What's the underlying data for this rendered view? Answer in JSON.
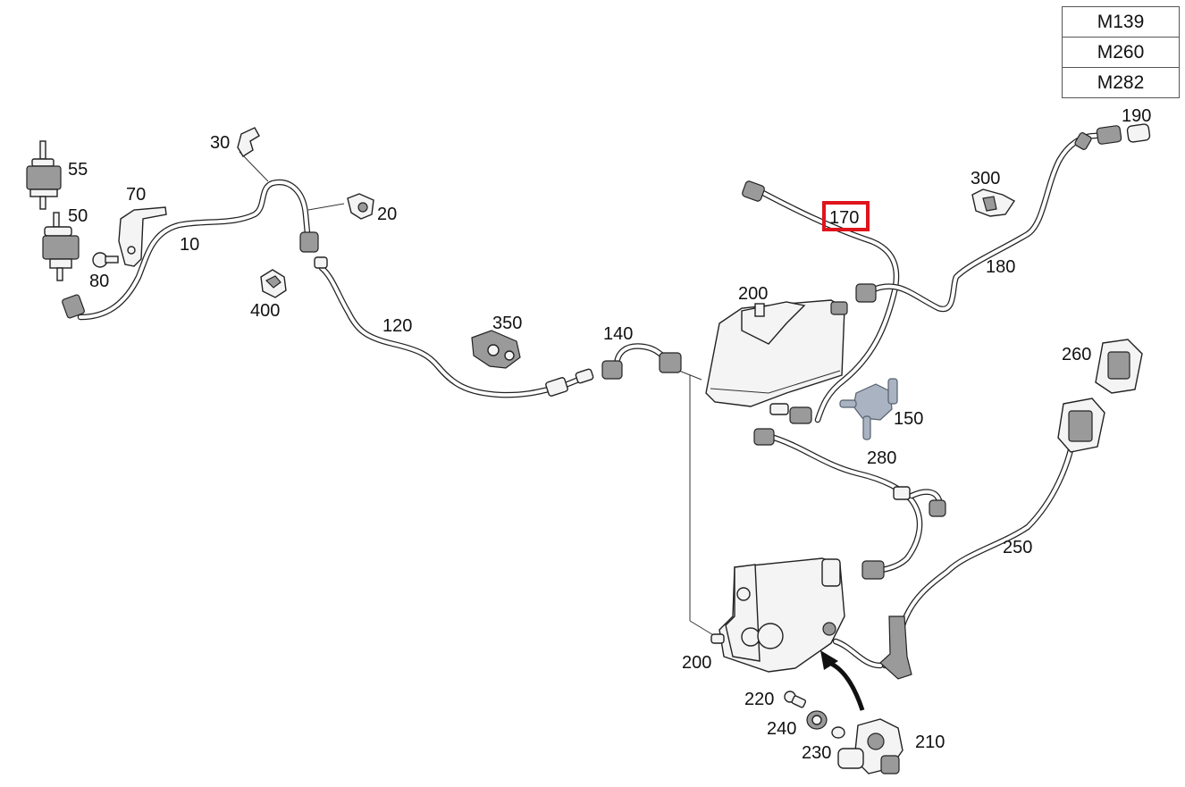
{
  "models": [
    "M139",
    "M260",
    "M282"
  ],
  "callouts": {
    "p10": "10",
    "p20": "20",
    "p30": "30",
    "p50": "50",
    "p55": "55",
    "p70": "70",
    "p80": "80",
    "p120": "120",
    "p140": "140",
    "p150": "150",
    "p170": "170",
    "p180": "180",
    "p190": "190",
    "p200_top": "200",
    "p200_bottom": "200",
    "p210": "210",
    "p220": "220",
    "p230": "230",
    "p240": "240",
    "p250": "250",
    "p260": "260",
    "p280": "280",
    "p300": "300",
    "p350": "350",
    "p400": "400"
  },
  "highlight": {
    "part": "170",
    "color": "#e0141c"
  },
  "icons": {
    "direction-arrow": "curved-arrow-up-left"
  }
}
